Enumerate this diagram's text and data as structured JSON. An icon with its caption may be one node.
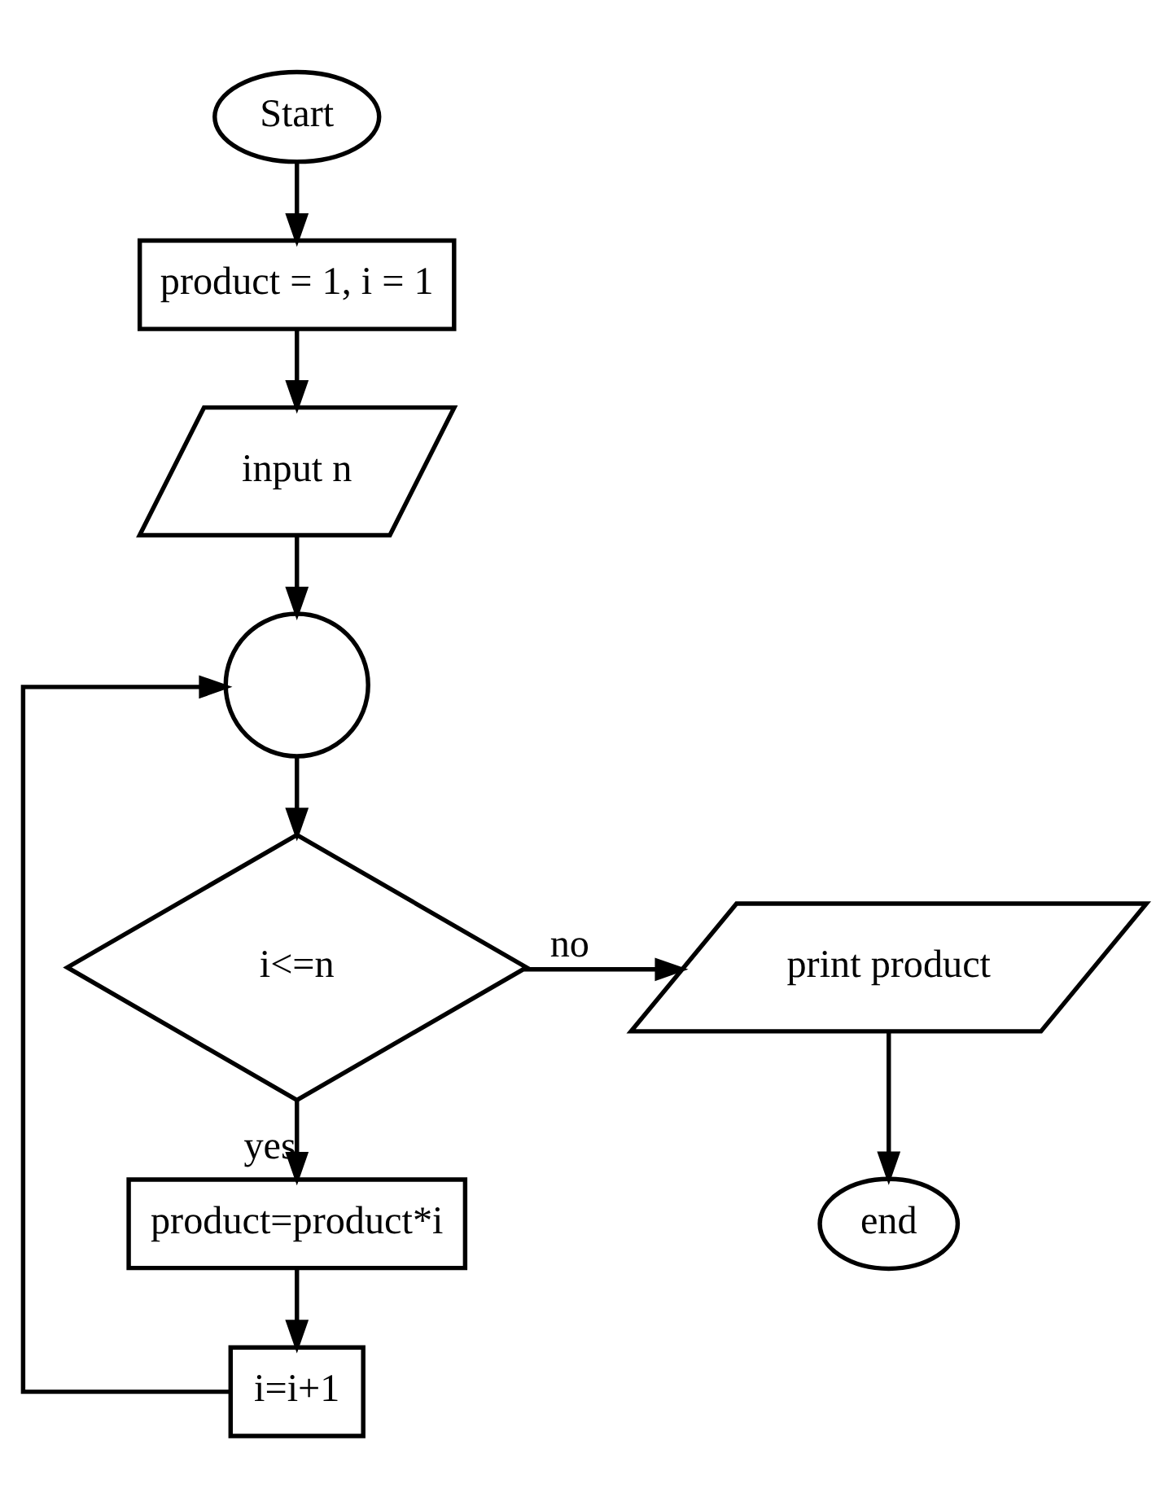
{
  "diagram": {
    "nodes": [
      {
        "text": [
          "Start"
        ]
      },
      {
        "text": [
          "product = 1, i = 1"
        ]
      },
      {
        "text": [
          "input n"
        ]
      },
      {
        "text": [],
        "shape": "circle"
      },
      {
        "text": [
          "i<=n"
        ]
      },
      {
        "text": [
          "print product"
        ]
      },
      {
        "text": [
          "end"
        ]
      },
      {
        "text": [
          "product=product*i"
        ]
      },
      {
        "text": [
          "i=i+1"
        ]
      }
    ],
    "edges": [
      {
        "from": 0,
        "to": 1,
        "arrow": "to"
      },
      {
        "from": 1,
        "to": 2,
        "arrow": "to"
      },
      {
        "from": 2,
        "to": 3,
        "arrow": "to"
      },
      {
        "from": 3,
        "to": 4,
        "arrow": "to"
      },
      {
        "from": 4,
        "to": 5,
        "arrow": "to",
        "label": "no"
      },
      {
        "from": 5,
        "to": 6,
        "arrow": "to"
      },
      {
        "from": 4,
        "to": 7,
        "arrow": "to",
        "label": "yes"
      },
      {
        "from": 7,
        "to": 8,
        "arrow": "to"
      },
      {
        "from": 8,
        "to": 3,
        "arrow": "to"
      }
    ]
  }
}
